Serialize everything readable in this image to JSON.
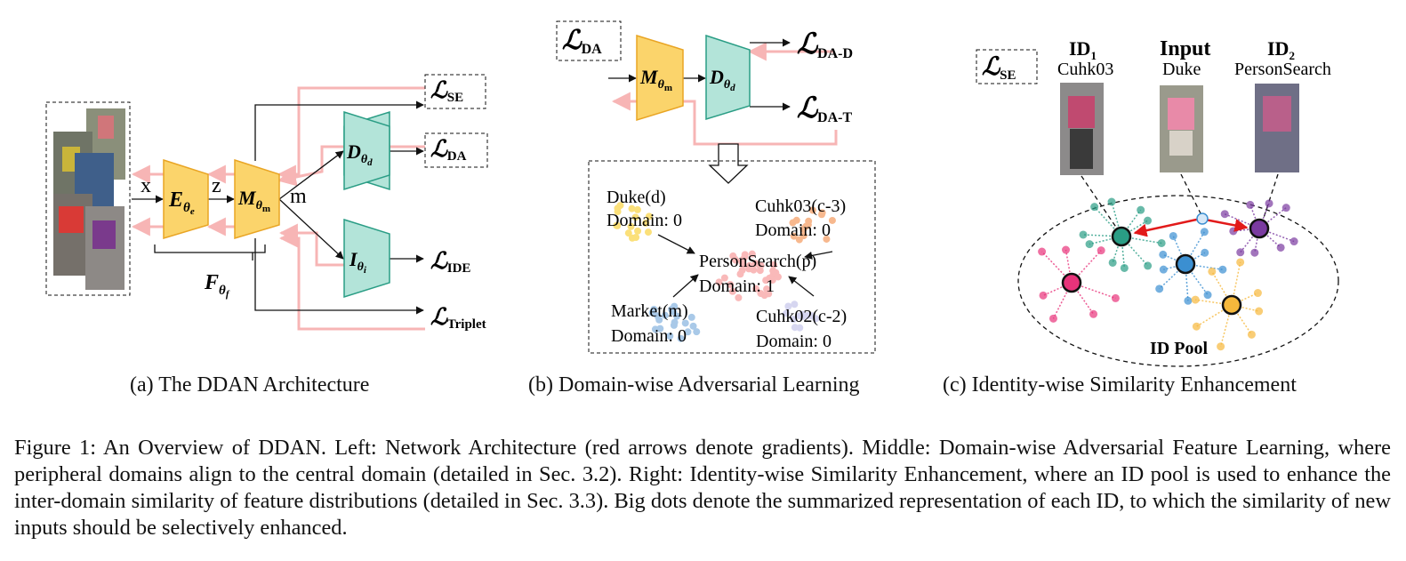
{
  "panel_a": {
    "x": "x",
    "z": "z",
    "m": "m",
    "encoder": "E",
    "encoder_sub": "θ",
    "encoder_subsub": "e",
    "mid": "M",
    "mid_sub": "θ",
    "mid_subsub": "m",
    "disc": "D",
    "disc_sub": "θ",
    "disc_subsub": "d",
    "ident": "I",
    "ident_sub": "θ",
    "ident_subsub": "i",
    "feat": "F",
    "feat_sub": "θ",
    "feat_subsub": "f",
    "loss_script": "ℒ",
    "loss_se": "SE",
    "loss_da": "DA",
    "loss_ide": "IDE",
    "loss_triplet": "Triplet",
    "caption": "(a) The DDAN Architecture"
  },
  "panel_b": {
    "loss_script": "ℒ",
    "loss_da": "DA",
    "loss_dad": "DA-D",
    "loss_dat": "DA-T",
    "mid": "M",
    "mid_sub": "θ",
    "mid_subsub": "m",
    "disc": "D",
    "disc_sub": "θ",
    "disc_subsub": "d",
    "duke_name": "Duke(d)",
    "duke_dom": "Domain: 0",
    "cuhk03_name": "Cuhk03(c-3)",
    "cuhk03_dom": "Domain: 0",
    "ps_name": "PersonSearch(p)",
    "ps_dom": "Domain: 1",
    "market_name": "Market(m)",
    "market_dom": "Domain: 0",
    "cuhk02_name": "Cuhk02(c-2)",
    "cuhk02_dom": "Domain: 0",
    "caption": "(b) Domain-wise Adversarial Learning"
  },
  "panel_c": {
    "loss_script": "ℒ",
    "loss_se": "SE",
    "id1": "ID",
    "id1_sub": "1",
    "id1_src": "Cuhk03",
    "input": "Input",
    "input_src": "Duke",
    "id2": "ID",
    "id2_sub": "2",
    "id2_src": "PersonSearch",
    "pool": "ID Pool",
    "caption": "(c) Identity-wise Similarity Enhancement"
  },
  "colors": {
    "yellow": "#fbd46b",
    "yellow_edge": "#e9a524",
    "teal": "#b3e4d9",
    "teal_edge": "#2a9d85",
    "pink_arrow": "#f7b5b5",
    "red": "#e21a1a",
    "duke_dots": "#fbe07a",
    "cuhk03_dots": "#f7b88e",
    "ps_dots": "#f9b9b9",
    "market_dots": "#a9c9e8",
    "cuhk02_dots": "#d6d6f0",
    "c_green": "#2a9d85",
    "c_blue": "#3b8fd1",
    "c_purple": "#7a3aa0",
    "c_pink": "#e8337a",
    "c_orange": "#f6b83c"
  },
  "caption": "Figure 1: An Overview of DDAN. Left: Network Architecture (red arrows denote gradients). Middle: Domain-wise Adversarial Feature Learning, where peripheral domains align to the central domain (detailed in Sec. 3.2). Right: Identity-wise Similarity Enhancement, where an ID pool is used to enhance the inter-domain similarity of feature distributions (detailed in Sec. 3.3). Big dots denote the summarized representation of each ID, to which the similarity of new inputs should be selectively enhanced."
}
